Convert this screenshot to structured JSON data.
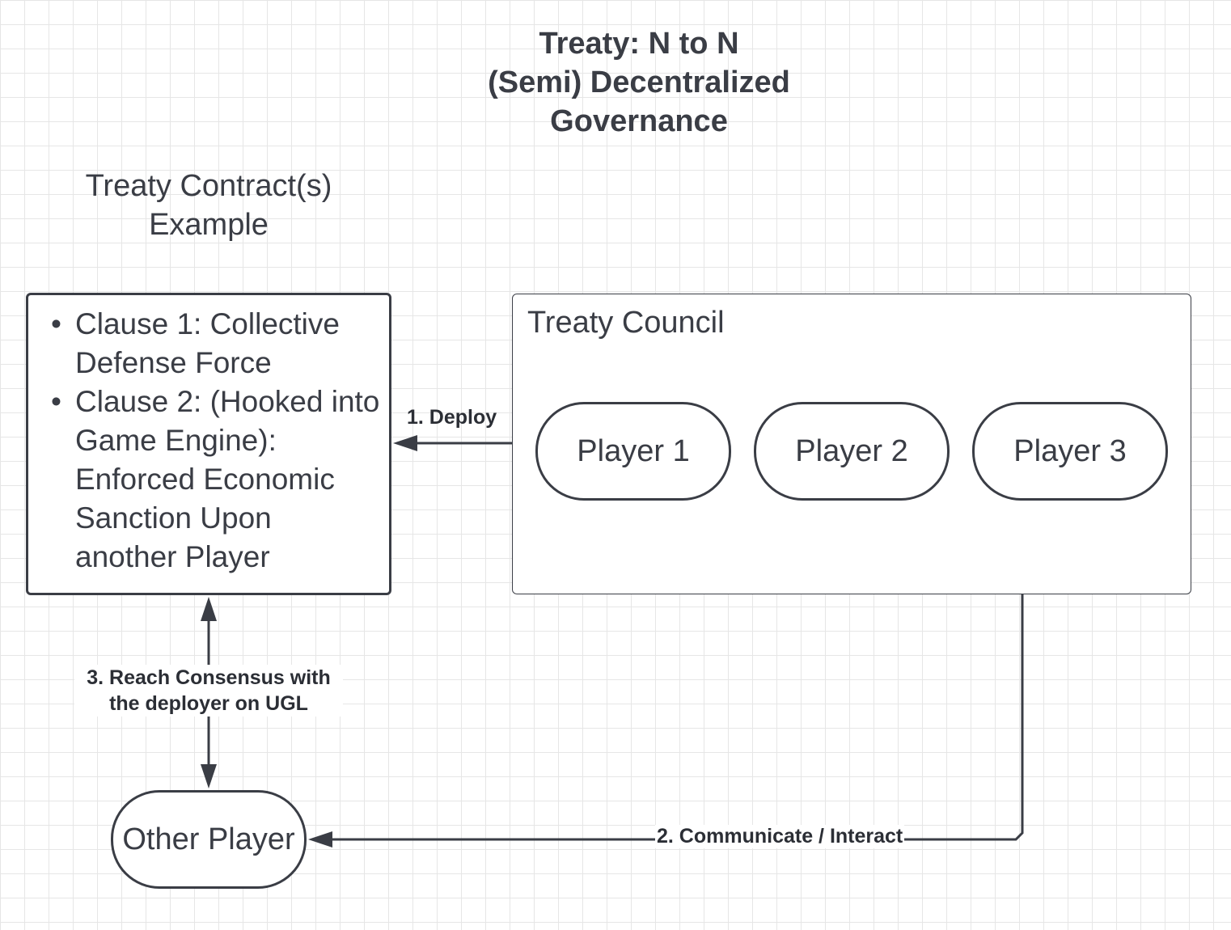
{
  "title": {
    "line1": "Treaty: N to N",
    "line2": "(Semi) Decentralized",
    "line3": "Governance"
  },
  "contracts_heading": {
    "line1": "Treaty Contract(s)",
    "line2": "Example"
  },
  "contract_box": {
    "clauses": [
      "Clause 1: Collective Defense Force",
      "Clause 2: (Hooked into Game Engine): Enforced Economic Sanction Upon another Player"
    ]
  },
  "council": {
    "title": "Treaty Council",
    "players": [
      "Player 1",
      "Player 2",
      "Player 3"
    ]
  },
  "other_player": "Other Player",
  "edges": {
    "deploy": "1. Deploy",
    "communicate": "2. Communicate / Interact",
    "consensus_line1": "3. Reach Consensus with",
    "consensus_line2": "the deployer on UGL"
  },
  "colors": {
    "stroke": "#3a3d45",
    "grid": "#e6e6e6",
    "background": "#ffffff"
  }
}
